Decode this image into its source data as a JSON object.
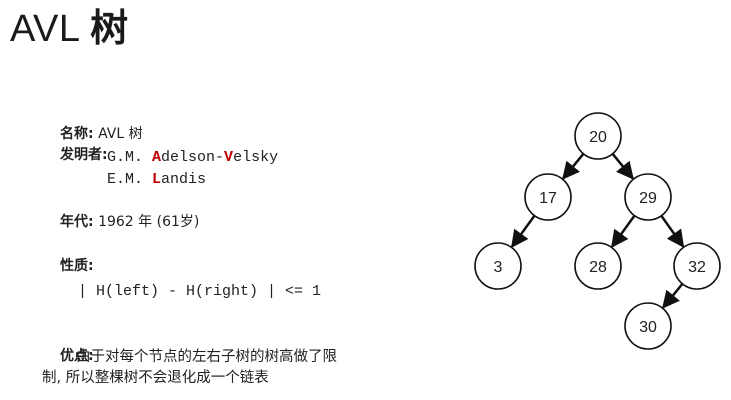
{
  "title": {
    "latin": "AVL ",
    "cjk": "树"
  },
  "info": {
    "name_label": "名称:",
    "name_value": " AVL 树",
    "inventor_label": "发明者:",
    "inventor1": {
      "initials": "G.M. ",
      "first_letter": "A",
      "mid": "delson-",
      "second_letter": "V",
      "rest": "elsky"
    },
    "inventor2": {
      "initials": "E.M. ",
      "first_letter": "L",
      "rest": "andis"
    },
    "year_label": "年代:",
    "year_value": " 1962 年 (61岁)",
    "property_label": "性质:",
    "property_formula": "| H(left) - H(right) | <= 1",
    "advantage_label": "优点:",
    "advantage_line1": "由于对每个节点的左右子树的树高做了限",
    "advantage_line2": "制, 所以整棵树不会退化成一个链表"
  },
  "tree": {
    "nodes": [
      {
        "id": "n20",
        "label": "20"
      },
      {
        "id": "n17",
        "label": "17"
      },
      {
        "id": "n29",
        "label": "29"
      },
      {
        "id": "n3",
        "label": "3"
      },
      {
        "id": "n28",
        "label": "28"
      },
      {
        "id": "n32",
        "label": "32"
      },
      {
        "id": "n30",
        "label": "30"
      }
    ],
    "edges": [
      [
        "n20",
        "n17"
      ],
      [
        "n20",
        "n29"
      ],
      [
        "n17",
        "n3"
      ],
      [
        "n29",
        "n28"
      ],
      [
        "n29",
        "n32"
      ],
      [
        "n32",
        "n30"
      ]
    ]
  }
}
